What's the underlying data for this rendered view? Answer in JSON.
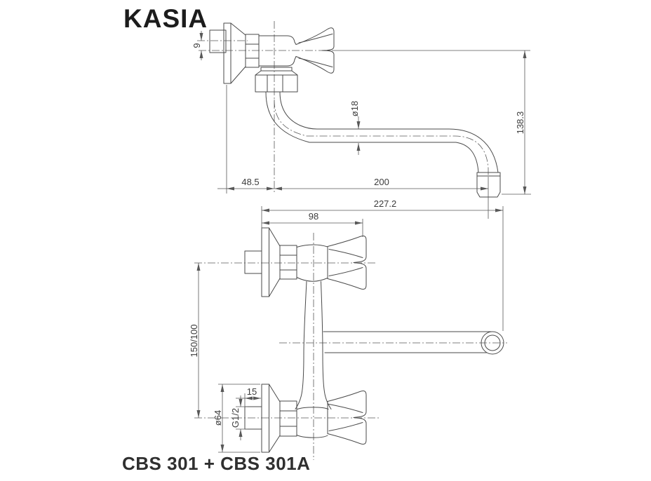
{
  "header": {
    "title": "KASIA"
  },
  "footer": {
    "product_code": "CBS 301 + CBS 301A"
  },
  "side_view": {
    "dims": {
      "eccentric_offset": "9",
      "spout_diameter": "ø18",
      "height_to_spout_end": "138.3",
      "wall_to_valve_axis": "48.5",
      "valve_axis_to_spout_end": "200"
    }
  },
  "front_view": {
    "dims": {
      "overall_width": "227.2",
      "flange_to_handle": "98",
      "valve_spacing": "150/100",
      "thread_length": "15",
      "flange_diameter": "ø64",
      "thread_size": "G1/2"
    }
  },
  "colors": {
    "background": "#ffffff",
    "object_line": "#4a4a4a",
    "dimension_line": "#585858",
    "text": "#3c3c3c"
  }
}
